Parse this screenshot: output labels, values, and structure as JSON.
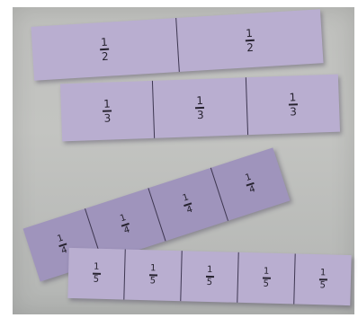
{
  "photo": {
    "description_items": "fraction strips"
  },
  "strips": {
    "halves": [
      "1",
      "2"
    ],
    "thirds": [
      "1",
      "3"
    ],
    "quarters": [
      "1",
      "4"
    ],
    "fifths": [
      "1",
      "5"
    ]
  },
  "colors": {
    "strip_paper": "#b9aed0",
    "quarters_paper": "#9f94bc",
    "table": "#bfc0bd",
    "ink": "#26222f"
  }
}
